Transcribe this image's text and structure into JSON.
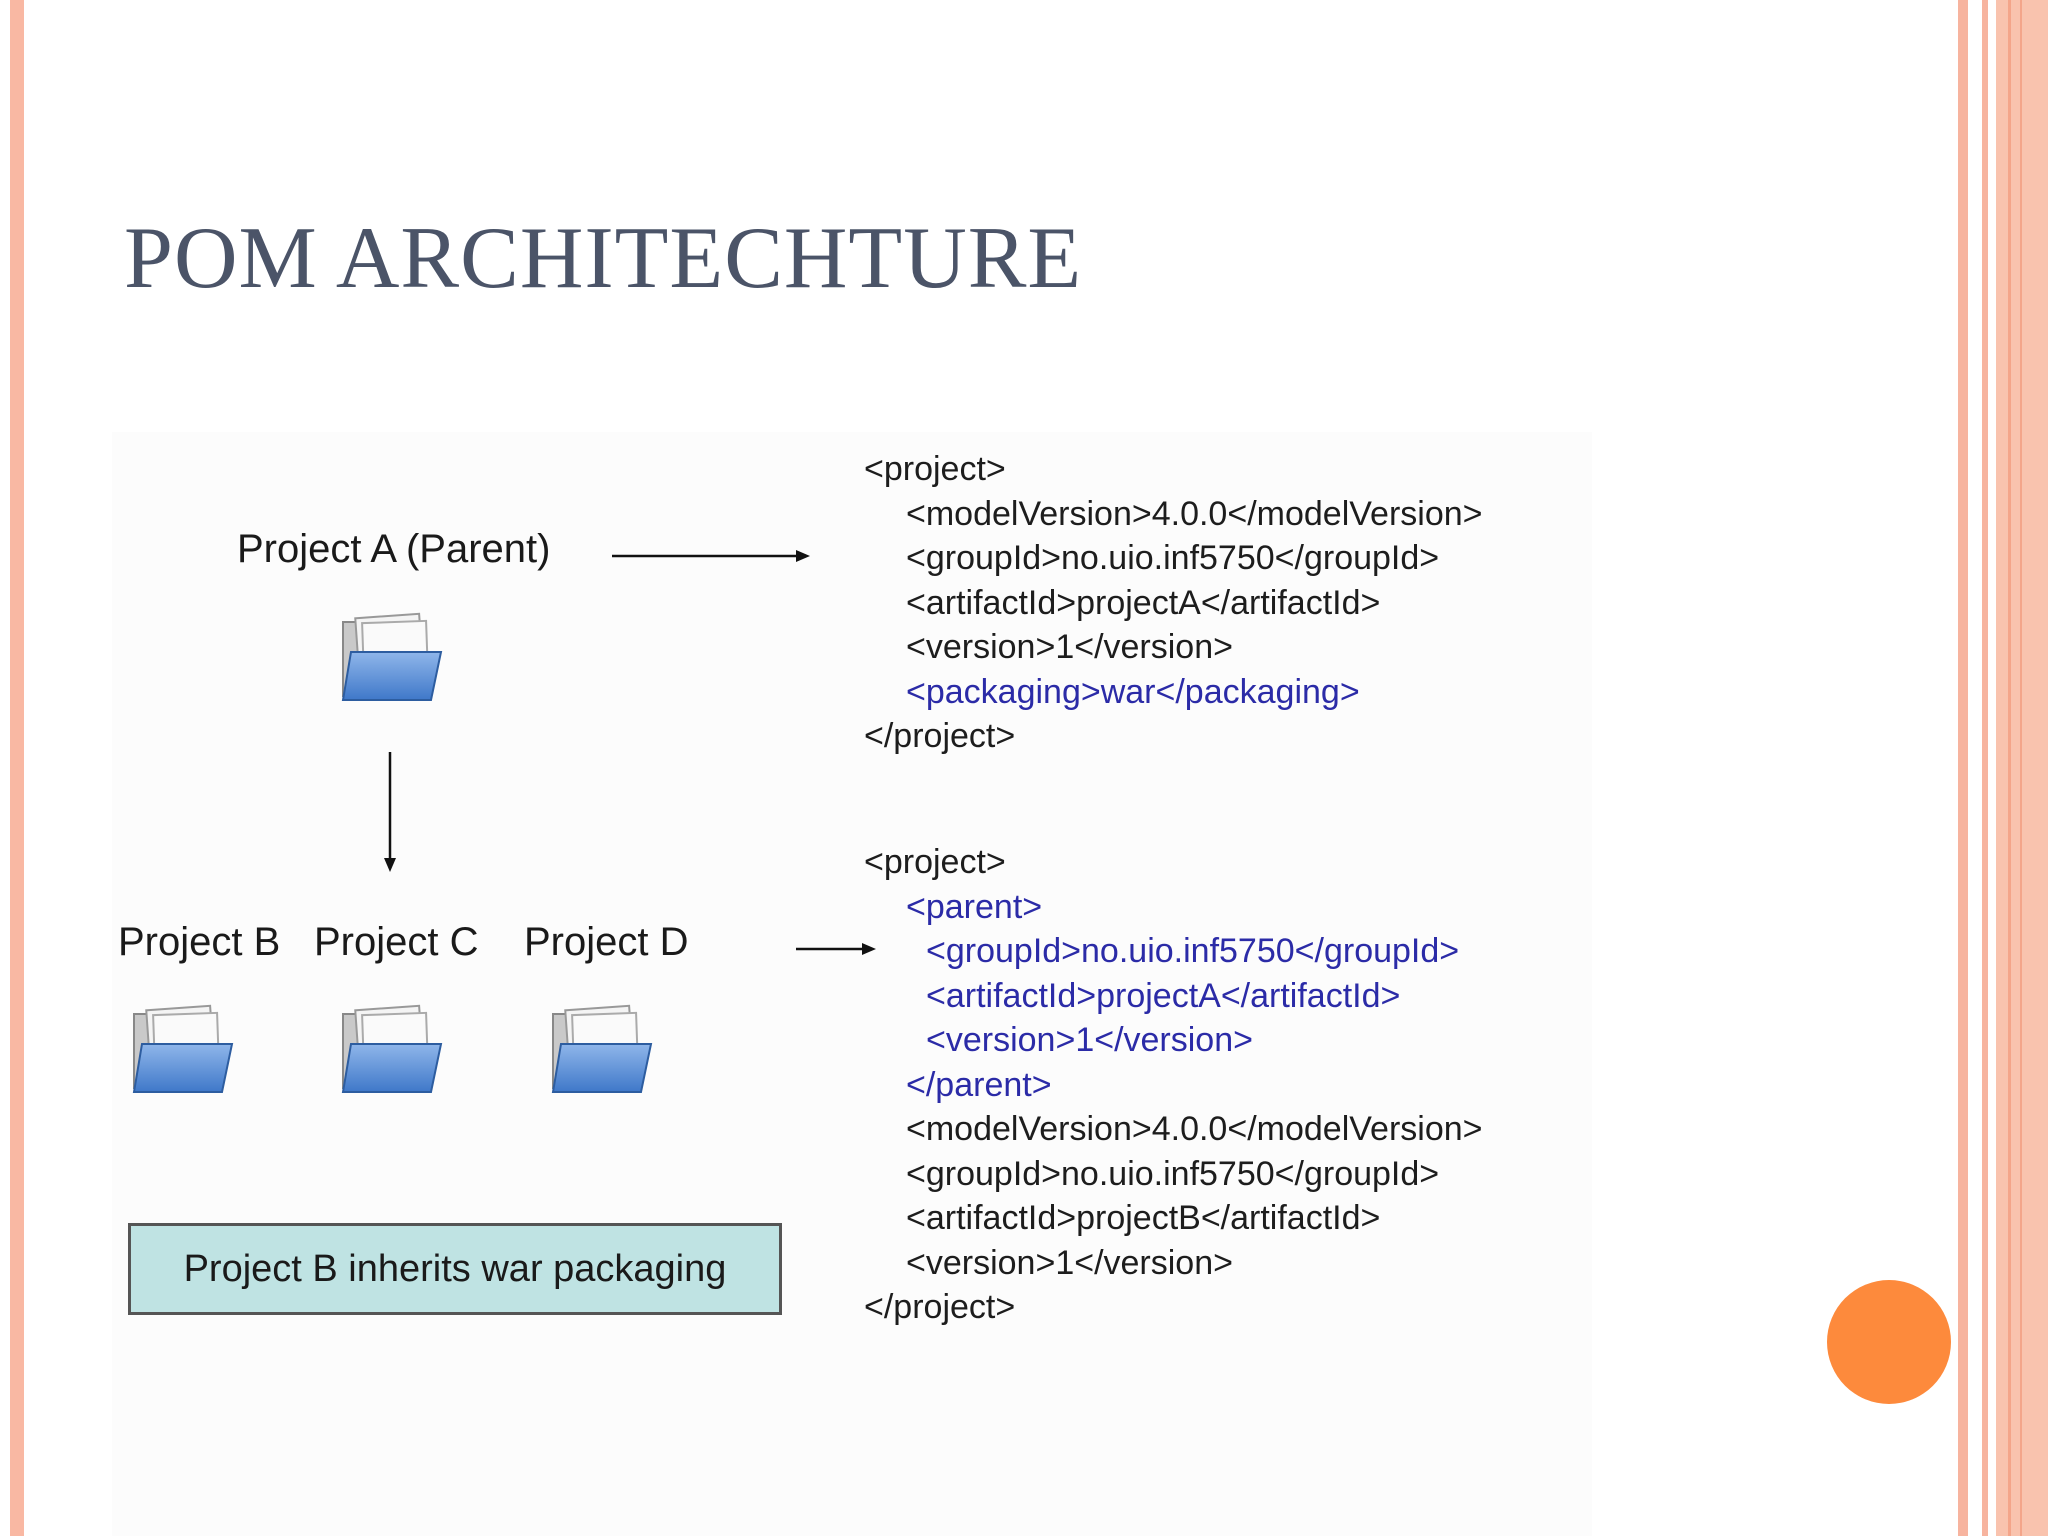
{
  "slide": {
    "title": "POM ARCHITECHTURE"
  },
  "diagram": {
    "parent_label": "Project A (Parent)",
    "children": [
      {
        "label": "Project B"
      },
      {
        "label": "Project C"
      },
      {
        "label": "Project D"
      }
    ],
    "note": "Project B inherits war packaging"
  },
  "parent_pom": [
    {
      "text": "<project>",
      "indent": 0,
      "highlight": false
    },
    {
      "text": "<modelVersion>4.0.0</modelVersion>",
      "indent": 1,
      "highlight": false
    },
    {
      "text": "<groupId>no.uio.inf5750</groupId>",
      "indent": 1,
      "highlight": false
    },
    {
      "text": "<artifactId>projectA</artifactId>",
      "indent": 1,
      "highlight": false
    },
    {
      "text": "<version>1</version>",
      "indent": 1,
      "highlight": false
    },
    {
      "text": "<packaging>war</packaging>",
      "indent": 1,
      "highlight": true
    },
    {
      "text": "</project>",
      "indent": 0,
      "highlight": false
    }
  ],
  "child_pom": [
    {
      "text": "<project>",
      "indent": 0,
      "highlight": false
    },
    {
      "text": "<parent>",
      "indent": 1,
      "highlight": true
    },
    {
      "text": "<groupId>no.uio.inf5750</groupId>",
      "indent": 2,
      "highlight": true
    },
    {
      "text": "<artifactId>projectA</artifactId>",
      "indent": 2,
      "highlight": true
    },
    {
      "text": "<version>1</version>",
      "indent": 2,
      "highlight": true
    },
    {
      "text": "</parent>",
      "indent": 1,
      "highlight": true
    },
    {
      "text": "<modelVersion>4.0.0</modelVersion>",
      "indent": 1,
      "highlight": false
    },
    {
      "text": "<groupId>no.uio.inf5750</groupId>",
      "indent": 1,
      "highlight": false
    },
    {
      "text": "<artifactId>projectB</artifactId>",
      "indent": 1,
      "highlight": false
    },
    {
      "text": "<version>1</version>",
      "indent": 1,
      "highlight": false
    },
    {
      "text": "</project>",
      "indent": 0,
      "highlight": false
    }
  ],
  "colors": {
    "title": "#4b5468",
    "code_default": "#1d1d1d",
    "code_highlight": "#2b2ba7",
    "note_background": "#bfe3e3",
    "accent_circle": "#fd8a3c"
  },
  "icons": [
    "folder-icon",
    "arrow-right-icon",
    "arrow-down-icon"
  ]
}
